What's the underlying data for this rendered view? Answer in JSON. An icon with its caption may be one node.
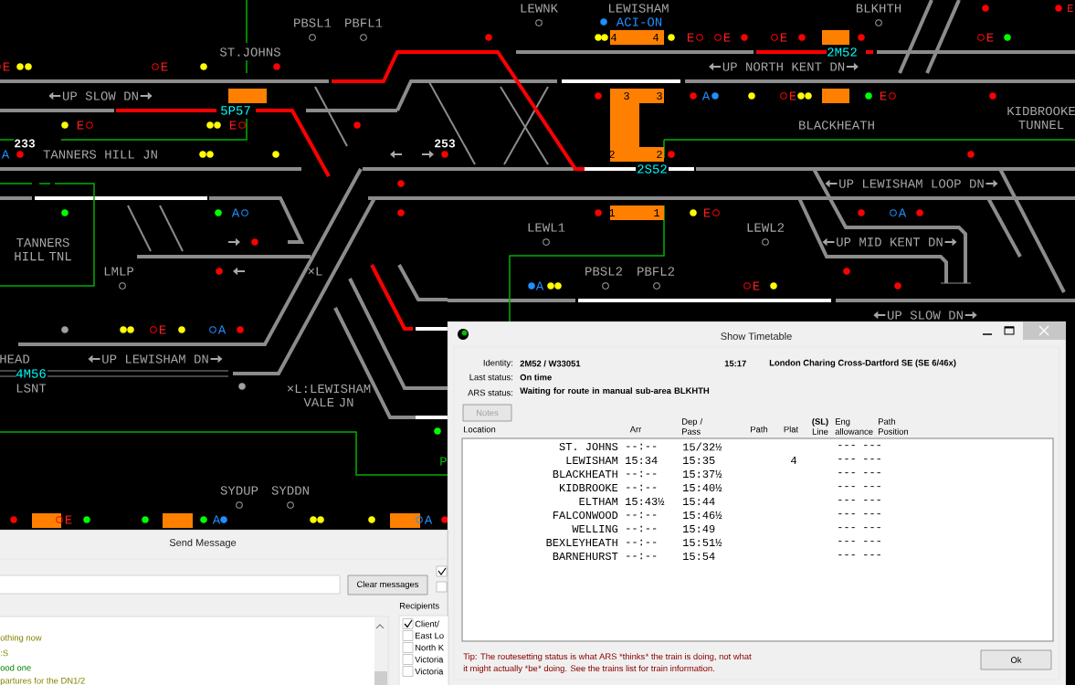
{
  "diagram": {
    "labels": [
      "PBSL1",
      "PBFL1",
      "LEWNK",
      "LEWISHAM",
      "BLKHTH",
      "E",
      "ACI-ON",
      "4",
      "4",
      "E",
      "E",
      "E",
      "E",
      "E",
      "E",
      "ST.JOHNS",
      "2M52",
      "UP NORTH KENT DN",
      "UP SLOW DN",
      "3",
      "3",
      "A",
      "E",
      "E",
      "5P57",
      "E",
      "E",
      "BLACKHEATH",
      "KIDBROOKE TUNNEL",
      "233",
      "253",
      "A",
      "TANNERS HILL JN",
      "2",
      "2",
      "2S52",
      "UP LEWISHAM LOOP DN",
      "A",
      "1",
      "1",
      "E",
      "A",
      "LEWL1",
      "LEWL2",
      "UP MID KENT DN",
      "TANNERS HILL TNL",
      "LMLP",
      "×L",
      "PBSL2",
      "PBFL2",
      "A",
      "E",
      "UP SLOW DN",
      "E",
      "A",
      "HEAD",
      "UP LEWISHAM DN",
      "4M56",
      "LSNT",
      "×L:LEWISHAM VALE JN",
      "P",
      "SYDUP",
      "SYDDN",
      "E",
      "A",
      "A",
      "Show Timetable",
      "Identity:",
      "2M52 / W33051",
      "15:17",
      "London Charing Cross-Dartford SE (SE 6/46x)",
      "Last status:",
      "On time",
      "ARS status:",
      "Waiting for route in manual sub-area BLKHTH",
      "Notes",
      "Location",
      "Arr",
      "Dep / Pass",
      "Path",
      "Plat",
      "**(SL)** Line",
      "Eng allowance",
      "Path Position",
      "ST. JOHNS",
      "--:--",
      "15/32½",
      "---",
      "---",
      "LEWISHAM",
      "15:34",
      "15:35",
      "4",
      "---",
      "---",
      "BLACKHEATH",
      "--:--",
      "15:37½",
      "---",
      "---",
      "KIDBROOKE",
      "--:--",
      "15:40½",
      "---",
      "---",
      "ELTHAM",
      "15:43½",
      "15:44",
      "---",
      "---",
      "FALCONWOOD",
      "--:--",
      "15:46½",
      "---",
      "---",
      "WELLING",
      "--:--",
      "15:49",
      "---",
      "---",
      "BEXLEYHEATH",
      "--:--",
      "15:51½",
      "---",
      "---",
      "BARNEHURST",
      "--:--",
      "15:54",
      "---",
      "---",
      "Tip: The routesetting status is what ARS *thinks",
      "* the train is doing, not what",
      "it might actually *be",
      "* doing. See the trains list for train information.",
      "Ok",
      "Send Message",
      "Clear messages",
      "Recipients",
      "othing now",
      ":S",
      "ood one",
      "partures for the DN1/2",
      "Client/",
      "East Lo",
      "North K",
      "Victoria",
      "Victoria"
    ]
  }
}
